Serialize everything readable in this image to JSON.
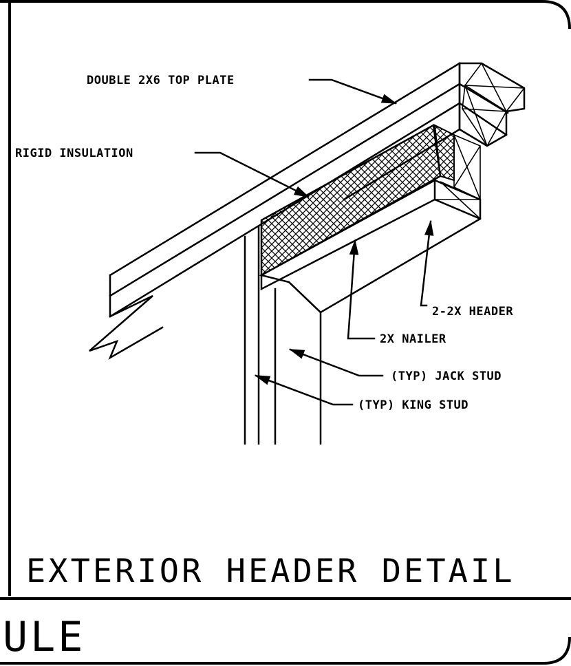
{
  "drawing": {
    "title": "EXTERIOR HEADER DETAIL",
    "bottom_fragment": "ULE",
    "labels": {
      "top_plate": "DOUBLE 2X6 TOP PLATE",
      "insulation": "RIGID INSULATION",
      "header": "2-2X HEADER",
      "nailer": "2X NAILER",
      "jack_stud": "(TYP) JACK STUD",
      "king_stud": "(TYP) KING STUD"
    }
  }
}
